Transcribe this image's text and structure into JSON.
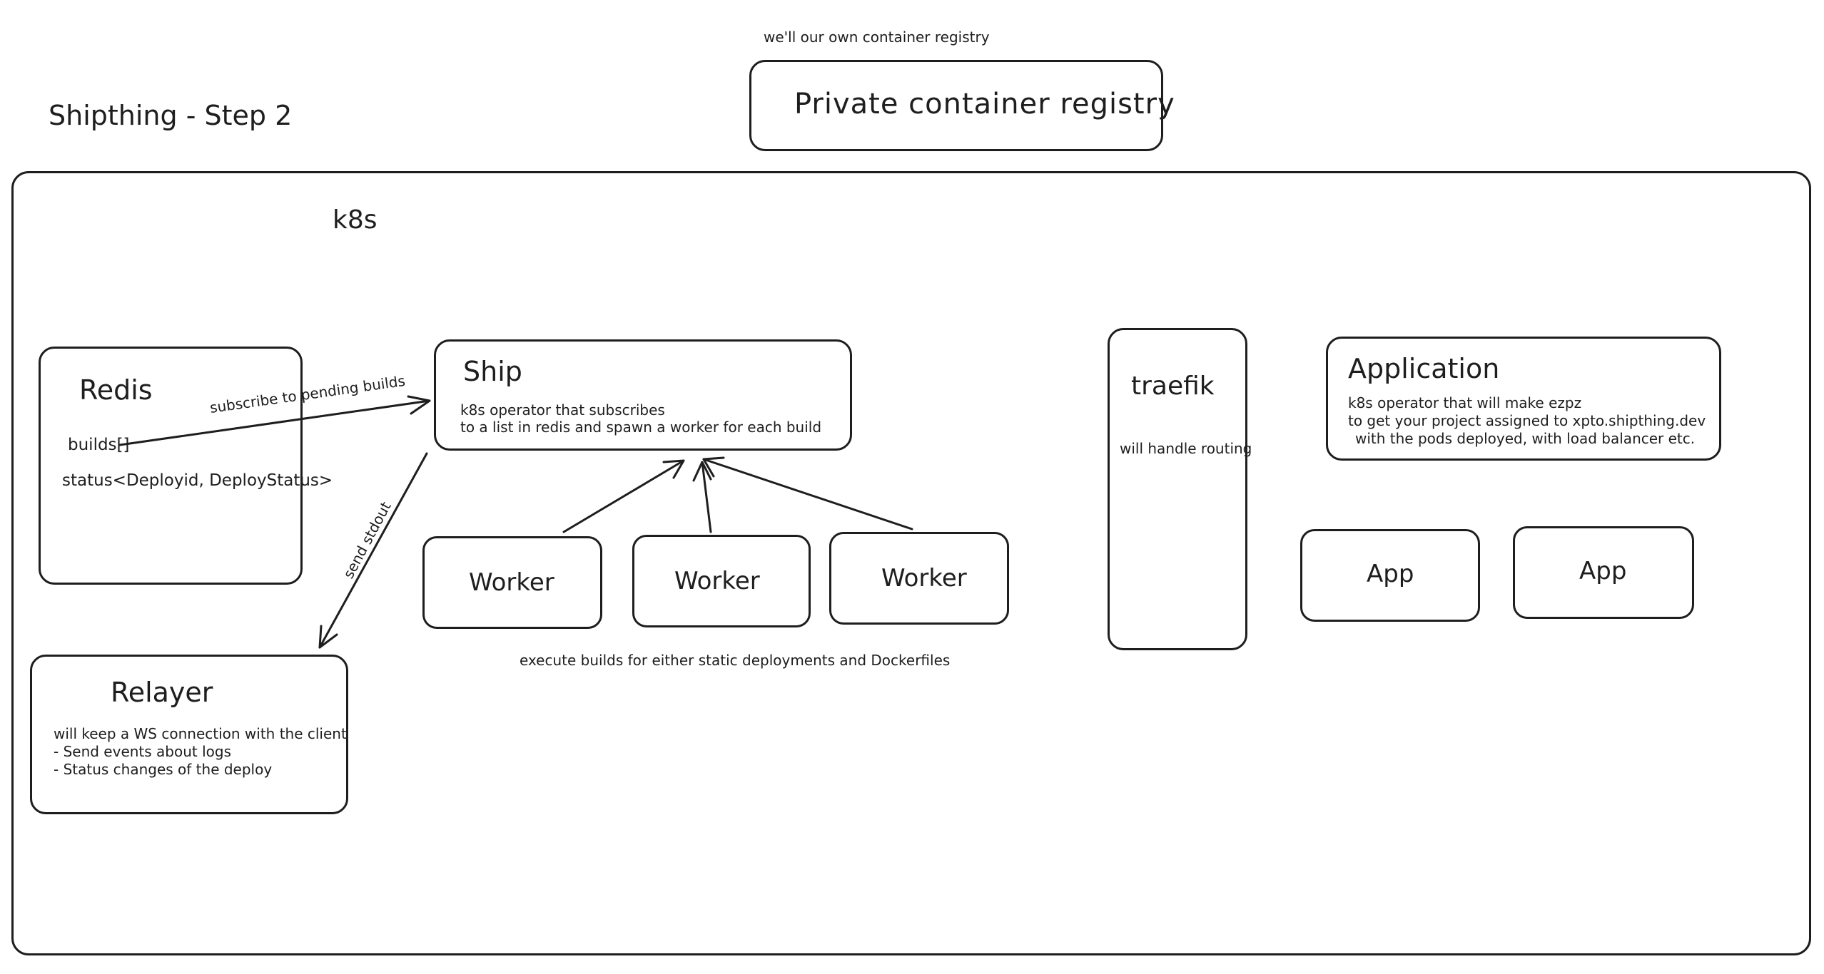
{
  "title": "Shipthing - Step 2",
  "registry": {
    "note": "we'll our own container registry",
    "label": "Private container registry"
  },
  "k8s": {
    "label": "k8s"
  },
  "redis": {
    "title": "Redis",
    "builds": "builds[]",
    "status": "status<Deployid, DeployStatus>"
  },
  "ship": {
    "title": "Ship",
    "desc_line1": "k8s operator that subscribes",
    "desc_line2": "to a list in redis and spawn a worker for each build"
  },
  "workers": [
    {
      "label": "Worker"
    },
    {
      "label": "Worker"
    },
    {
      "label": "Worker"
    }
  ],
  "workers_note": "execute builds for either static deployments and Dockerfiles",
  "relayer": {
    "title": "Relayer",
    "line1": "will keep a WS connection with the client",
    "line2": "- Send events about logs",
    "line3": "- Status changes of the deploy"
  },
  "traefik": {
    "title": "traefik",
    "note": "will handle routing"
  },
  "application": {
    "title": "Application",
    "line1": "k8s operator that will make ezpz",
    "line2": "to get your project assigned to xpto.shipthing.dev",
    "line3": "with the pods deployed, with load balancer etc."
  },
  "apps": [
    {
      "label": "App"
    },
    {
      "label": "App"
    }
  ],
  "edges": {
    "subscribe": "subscribe to pending builds",
    "send_stdout": "send stdout"
  }
}
